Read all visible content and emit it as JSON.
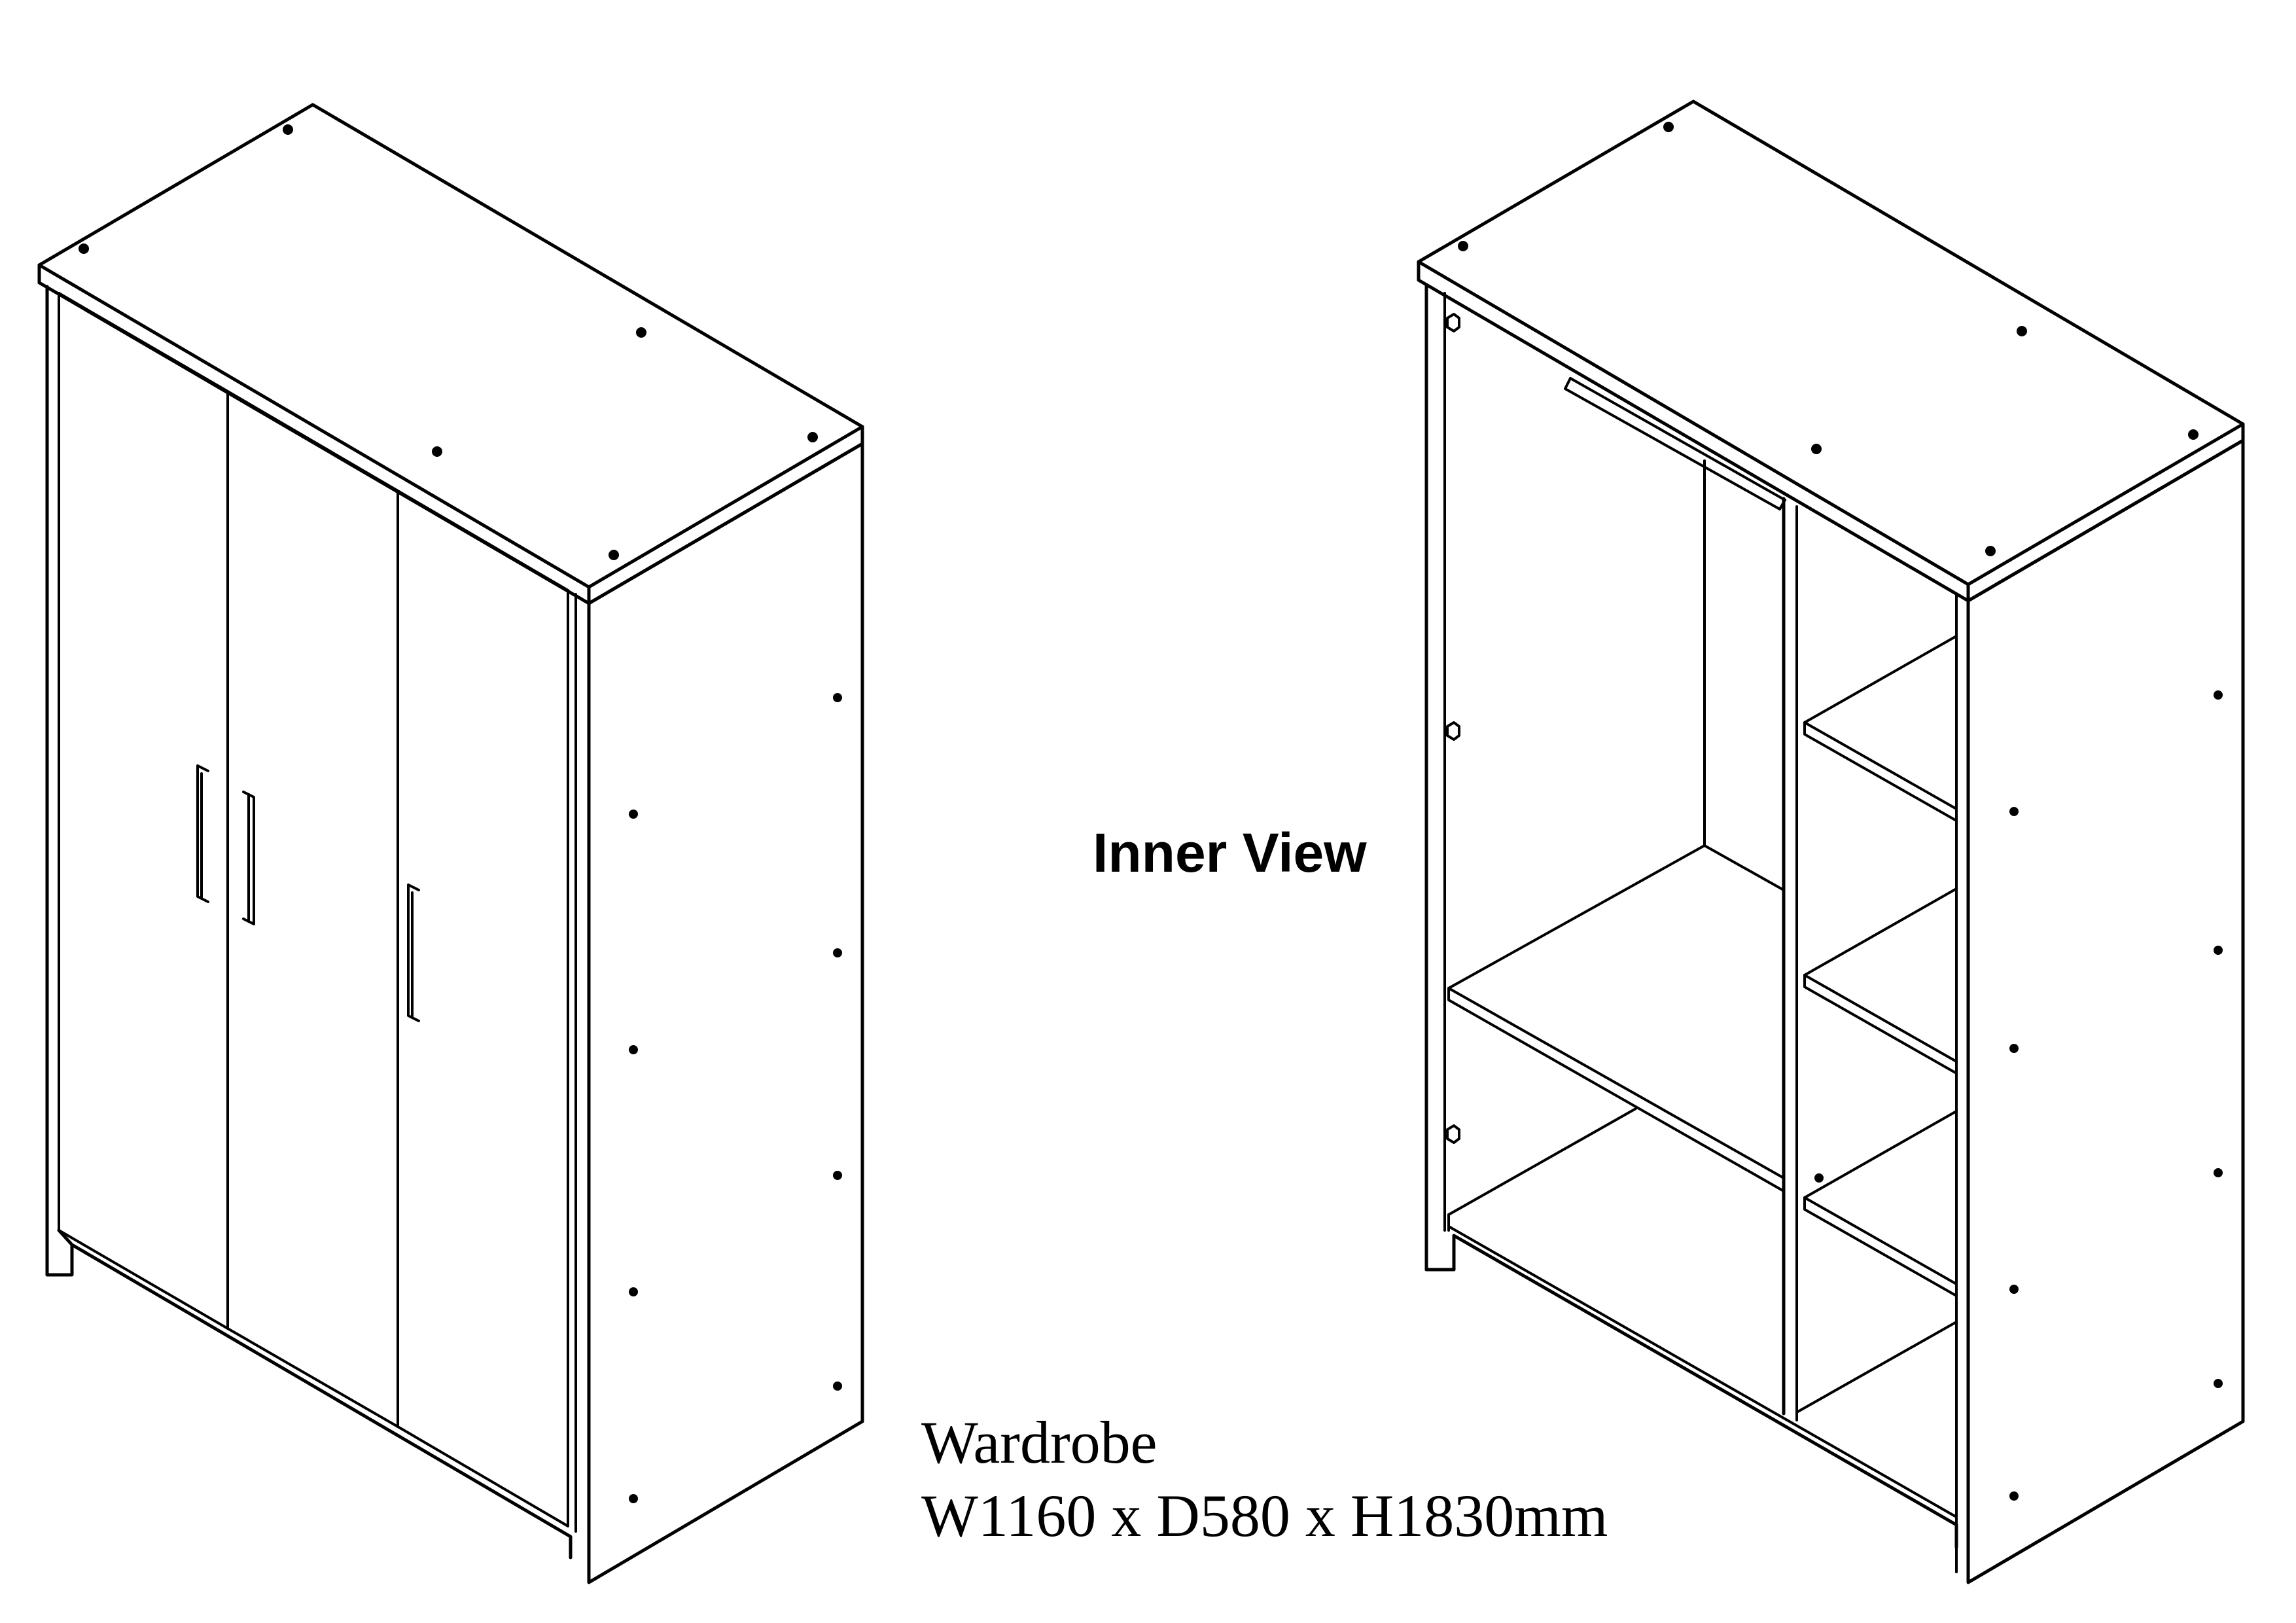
{
  "labels": {
    "inner_view": "Inner View",
    "product_name": "Wardrobe",
    "dimensions": "W1160 x D580 x H1830mm"
  },
  "colors": {
    "line": "#000000",
    "background": "#ffffff"
  }
}
